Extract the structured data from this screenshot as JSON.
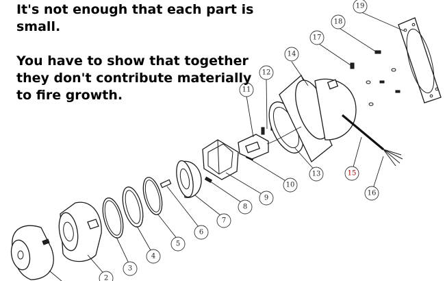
{
  "caption": {
    "line1": "It's not enough that each part is small.",
    "line2": "You have to show that together they don't contribute materially to fire growth."
  },
  "callouts": [
    {
      "label": "2"
    },
    {
      "label": "3"
    },
    {
      "label": "4"
    },
    {
      "label": "5"
    },
    {
      "label": "6"
    },
    {
      "label": "7"
    },
    {
      "label": "8"
    },
    {
      "label": "9"
    },
    {
      "label": "10"
    },
    {
      "label": "11"
    },
    {
      "label": "12"
    },
    {
      "label": "13"
    },
    {
      "label": "14"
    },
    {
      "label": "15"
    },
    {
      "label": "16"
    },
    {
      "label": "17"
    },
    {
      "label": "18"
    },
    {
      "label": "19"
    }
  ],
  "colors": {
    "ink": "#1a1a1a",
    "callout_red": "#b00000",
    "background": "#ffffff"
  }
}
